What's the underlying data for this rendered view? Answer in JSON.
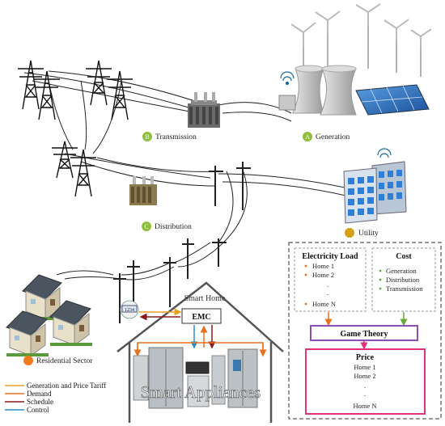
{
  "stage_labels": {
    "generation": {
      "letter": "A",
      "text": "Generation"
    },
    "transmission": {
      "letter": "B",
      "text": "Transmission"
    },
    "distribution": {
      "letter": "C",
      "text": "Distribution"
    }
  },
  "utility": "Utility",
  "residential": "Residential Sector",
  "smart_home": {
    "title": "Smart Home",
    "emc": "EMC",
    "appliances": "Smart Appliances",
    "meter": "1234"
  },
  "electricity_load": {
    "title": "Electricity Load",
    "items": [
      "Home 1",
      "Home 2",
      ".",
      ".",
      "Home N"
    ]
  },
  "cost": {
    "title": "Cost",
    "items": [
      "Generation",
      "Distribution",
      "Transmission"
    ]
  },
  "game_theory": "Game Theory",
  "price": {
    "title": "Price",
    "items": [
      "Home 1",
      "Home 2",
      ".",
      ".",
      "Home N"
    ]
  },
  "legend": [
    {
      "label": "Generation and Price Tariff",
      "color": "#e8a020"
    },
    {
      "label": "Demand",
      "color": "#e87020"
    },
    {
      "label": "Schedule",
      "color": "#8b1a1a"
    },
    {
      "label": "Control",
      "color": "#2a8fc0"
    }
  ],
  "colors": {
    "stage_circle": "#8fbf3a",
    "utility_circle": "#d4a017",
    "residential_circle": "#f07a20",
    "game_theory_border": "#8a4fb0",
    "price_border": "#e0307a"
  }
}
